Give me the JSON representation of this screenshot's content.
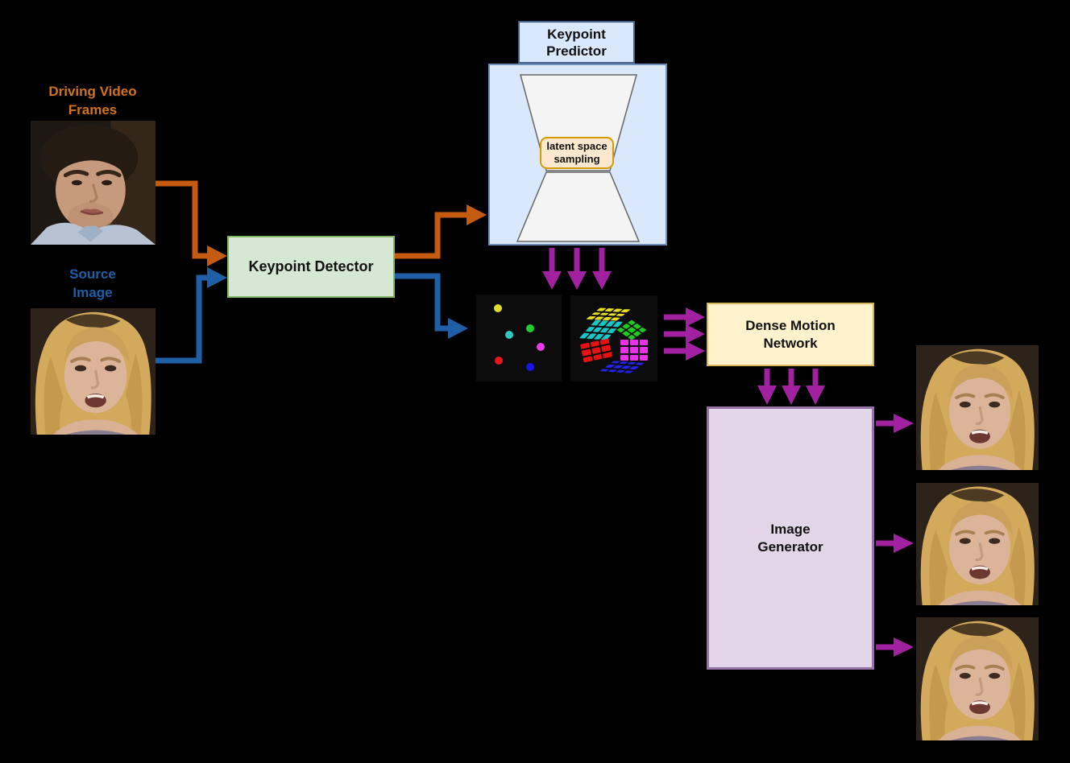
{
  "title": "Face animation model pipeline",
  "labels": {
    "driving_video": "Driving Video\nFrames",
    "source_image": "Source\nImage"
  },
  "nodes": {
    "keypoint_detector": {
      "label": "Keypoint Detector"
    },
    "keypoint_predictor": {
      "label": "Keypoint\nPredictor"
    },
    "latent_space": {
      "label": "latent space\nsampling"
    },
    "dense_motion": {
      "label": "Dense Motion\nNetwork"
    },
    "image_generator": {
      "label": "Image\nGenerator"
    }
  },
  "images": {
    "driving_frame": "driving video frame photo (dark-haired man)",
    "source_image": "source image photo (blonde woman)",
    "keypoints_panel": "detected keypoints visualization",
    "grids_panel": "local affine transformation grids",
    "outputs": [
      "generated output frame 1",
      "generated output frame 2",
      "generated output frame 3"
    ]
  },
  "colors": {
    "orange": "#C55A11",
    "blue": "#1F5FA8",
    "purple": "#A121A1",
    "driving-label": "#D2741E",
    "source-label": "#1F5FA8",
    "detector-fill": "#D5E8D4",
    "detector-border": "#82B366",
    "predictor-fill": "#DAE8FC",
    "predictor-border": "#6C8EBF",
    "predictor-label-border": "#44618C",
    "hourglass-fill": "#F4F4F4",
    "hourglass-border": "#666666",
    "latent-fill": "#FCE8CF",
    "latent-border": "#D79B00",
    "dense-fill": "#FFF2CC",
    "dense-border": "#D6B656",
    "generator-fill": "#E1D5E7",
    "generator-border": "#9673A6",
    "panel-bg": "#0C0C0C",
    "kp-1": "#E3DB2E",
    "kp-2": "#2EC8C8",
    "kp-3": "#27CC33",
    "kp-4": "#E93BE9",
    "kp-5": "#E61717",
    "kp-6": "#1515E6",
    "gr-1": "#E6DE1F",
    "gr-2": "#17C6C6",
    "gr-3": "#1ECC1E",
    "gr-4": "#E832E8",
    "gr-5": "#E81010",
    "gr-6": "#2222E8"
  }
}
